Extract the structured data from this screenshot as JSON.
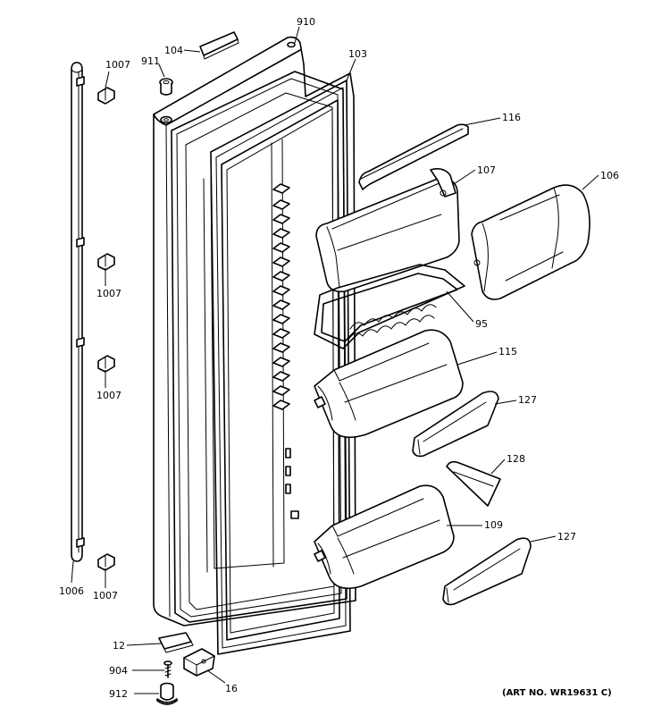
{
  "callouts": {
    "c910": "910",
    "c104": "104",
    "c911": "911",
    "c1007a": "1007",
    "c1007b": "1007",
    "c1007c": "1007",
    "c1007d": "1007",
    "c103": "103",
    "c116": "116",
    "c107": "107",
    "c106": "106",
    "c95": "95",
    "c115": "115",
    "c127a": "127",
    "c128": "128",
    "c109": "109",
    "c127b": "127",
    "c1006": "1006",
    "c12": "12",
    "c904": "904",
    "c912": "912",
    "c16": "16"
  },
  "art_number": "(ART NO. WR19631 C)"
}
